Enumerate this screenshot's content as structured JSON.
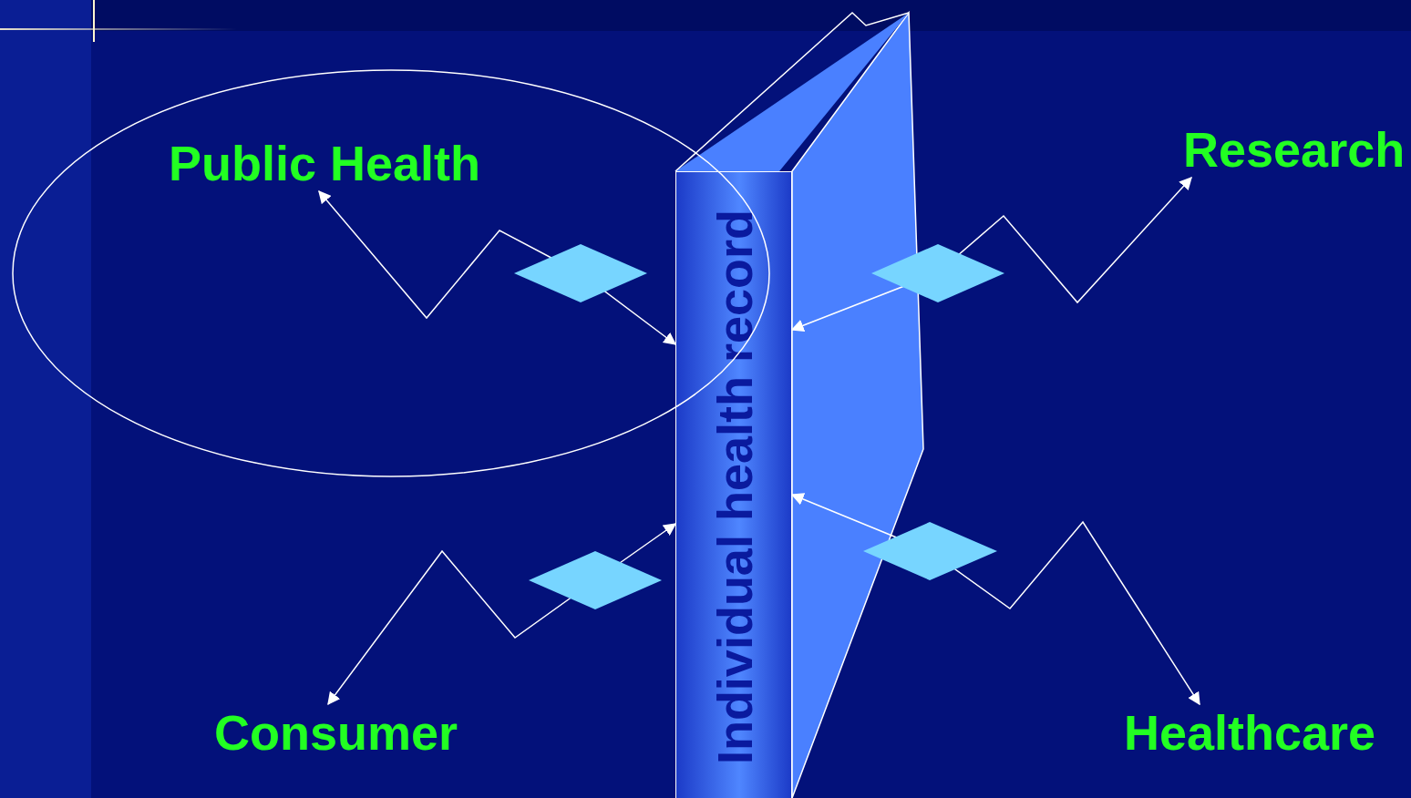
{
  "diagram": {
    "nodes": [
      {
        "text": [
          "Public Health"
        ]
      },
      {
        "text": [
          "Individual health record"
        ]
      },
      {
        "text": [
          "Research"
        ]
      },
      {
        "text": [
          "Consumer"
        ]
      },
      {
        "text": [
          "Healthcare"
        ]
      }
    ],
    "edges": [
      {
        "from": 0,
        "to": 1,
        "arrow": "both"
      },
      {
        "from": 2,
        "to": 1,
        "arrow": "both"
      },
      {
        "from": 3,
        "to": 1,
        "arrow": "both"
      },
      {
        "from": 4,
        "to": 1,
        "arrow": "both"
      }
    ]
  }
}
